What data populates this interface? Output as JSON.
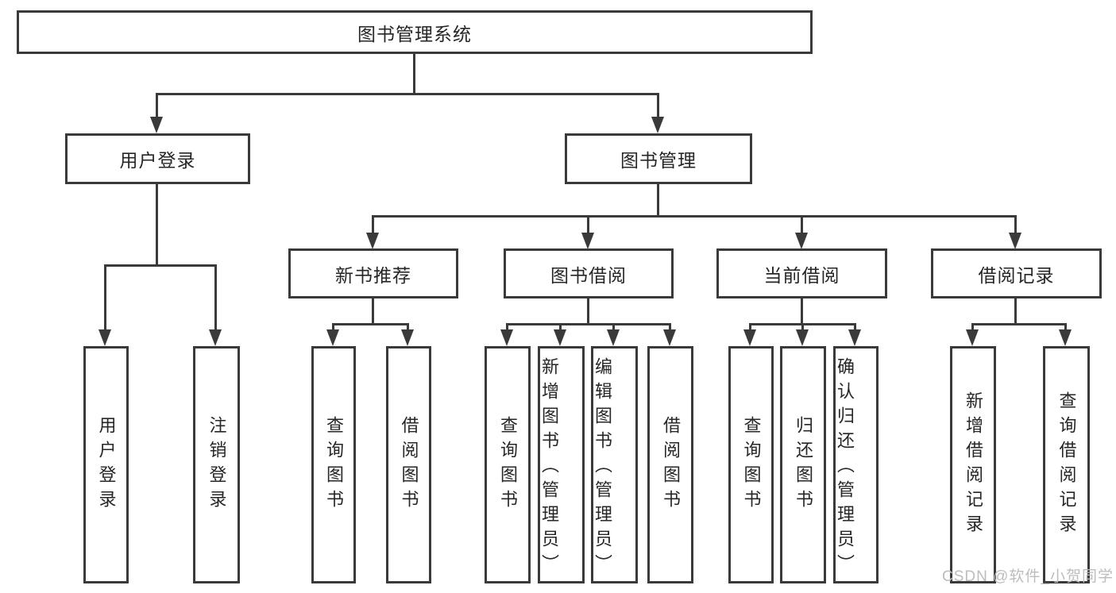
{
  "colors": {
    "line": "#3a3a3a",
    "text": "#262626",
    "box_fill": "#ffffff",
    "watermark": "#bdbdbd",
    "background": "#ffffff"
  },
  "diagram": {
    "root": {
      "label": "图书管理系统"
    },
    "level2": [
      {
        "label": "用户登录"
      },
      {
        "label": "图书管理"
      }
    ],
    "level3": [
      {
        "label": "新书推荐"
      },
      {
        "label": "图书借阅"
      },
      {
        "label": "当前借阅"
      },
      {
        "label": "借阅记录"
      }
    ],
    "leaves": {
      "user_login": "用户登录",
      "logout": "注销登录",
      "recommend_query_books": "查询图书",
      "recommend_borrow_books": "借阅图书",
      "borrow_query_books": "查询图书",
      "borrow_add_book_admin": "新增图书（管理员）",
      "borrow_edit_book_admin": "编辑图书（管理员）",
      "borrow_borrow_books": "借阅图书",
      "current_query_books": "查询图书",
      "current_return_books": "归还图书",
      "current_confirm_return_admin": "确认归还（管理员）",
      "records_add_record": "新增借阅记录",
      "records_query_record": "查询借阅记录"
    },
    "watermark": "CSDN @软件_小贺同学"
  }
}
